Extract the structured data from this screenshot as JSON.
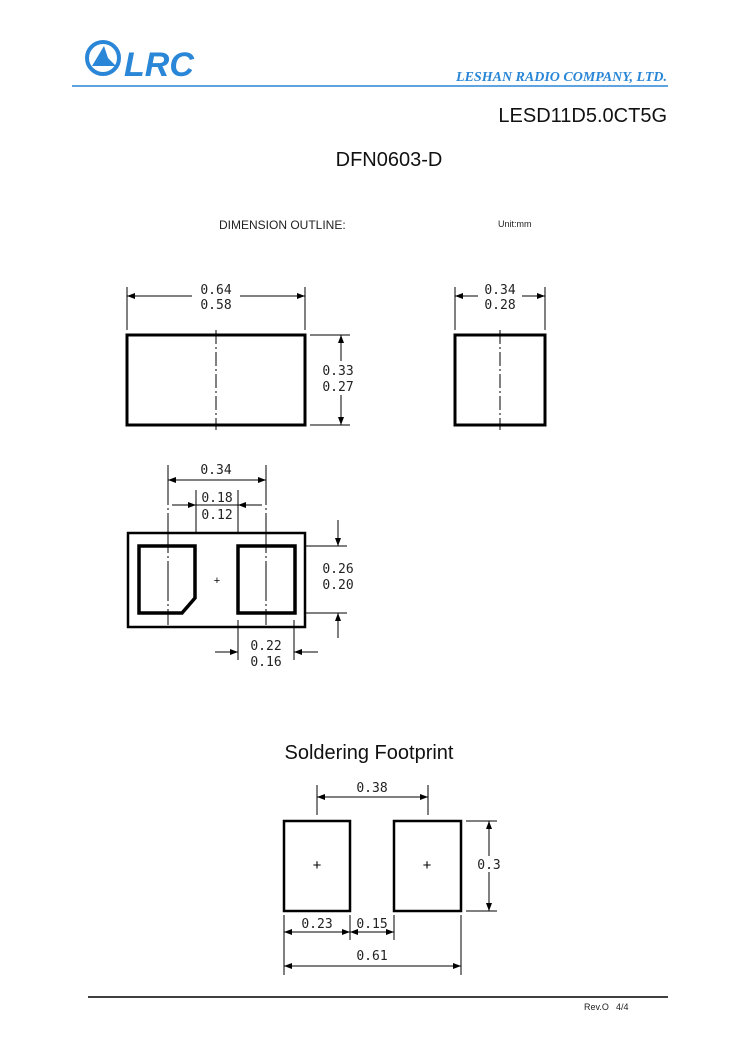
{
  "header": {
    "logo_text": "LRC",
    "company": "LESHAN RADIO COMPANY, LTD.",
    "part_number": "LESD11D5.0CT5G",
    "brand_color": "#2a86d6"
  },
  "package_title": "DFN0603-D",
  "outline": {
    "label": "DIMENSION OUTLINE:",
    "unit": "Unit:mm",
    "top_view": {
      "width_max": "0.64",
      "width_min": "0.58",
      "height_max": "0.33",
      "height_min": "0.27"
    },
    "side_view": {
      "width_max": "0.34",
      "width_min": "0.28"
    },
    "bottom_view": {
      "pad_pitch": "0.34",
      "gap_max": "0.18",
      "gap_min": "0.12",
      "pad_len_max": "0.26",
      "pad_len_min": "0.20",
      "pad_w_max": "0.22",
      "pad_w_min": "0.16"
    }
  },
  "footprint": {
    "title": "Soldering Footprint",
    "pitch": "0.38",
    "height": "0.3",
    "pad_width": "0.23",
    "gap": "0.15",
    "total": "0.61"
  },
  "footer": {
    "revision": "Rev.O",
    "page": "4/4"
  }
}
